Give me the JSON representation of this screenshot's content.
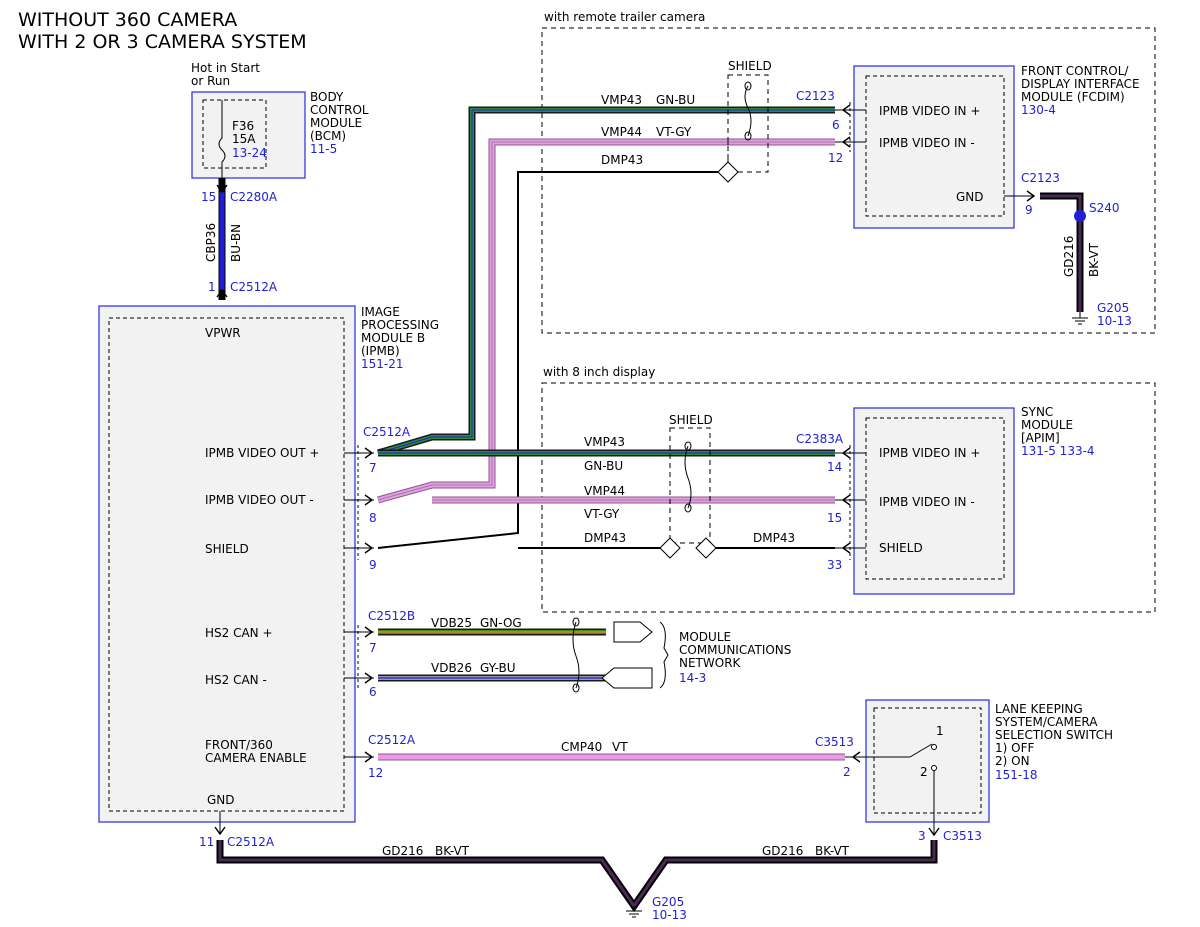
{
  "title": {
    "line1": "WITHOUT 360 CAMERA",
    "line2": "WITH 2 OR 3 CAMERA SYSTEM"
  },
  "fuse": {
    "hot1": "Hot in Start",
    "hot2": "or Run",
    "id": "F36",
    "amps": "15A",
    "ref": "13-24"
  },
  "bcm": {
    "l1": "BODY",
    "l2": "CONTROL",
    "l3": "MODULE",
    "l4": "(BCM)",
    "ref": "11-5",
    "pin": "15",
    "conn": "C2280A"
  },
  "cbp36": {
    "circuit": "CBP36",
    "color": "BU-BN",
    "pin": "1",
    "conn": "C2512A"
  },
  "ipmb": {
    "l1": "IMAGE",
    "l2": "PROCESSING",
    "l3": "MODULE B",
    "l4": "(IPMB)",
    "ref": "151-21",
    "vpwr": "VPWR",
    "vout_p": "IPMB VIDEO OUT +",
    "vout_n": "IPMB VIDEO OUT -",
    "shield": "SHIELD",
    "can_p": "HS2 CAN +",
    "can_n": "HS2 CAN -",
    "enable1": "FRONT/360",
    "enable2": "CAMERA ENABLE",
    "gnd": "GND",
    "conn_video": "C2512A",
    "pin_vp": "7",
    "pin_vn": "8",
    "pin_sh": "9",
    "conn_can": "C2512B",
    "pin_cp": "7",
    "pin_cn": "6",
    "conn_en": "C2512A",
    "pin_en": "12",
    "pin_gnd": "11",
    "conn_gnd": "C2512A"
  },
  "trailer": {
    "label": "with remote trailer camera",
    "shield": "SHIELD",
    "vmp43": "VMP43",
    "gnbu": "GN-BU",
    "vmp44": "VMP44",
    "vtgy": "VT-GY",
    "dmp43": "DMP43"
  },
  "fcdim": {
    "l1": "FRONT CONTROL/",
    "l2": "DISPLAY INTERFACE",
    "l3": "MODULE (FCDIM)",
    "ref": "130-4",
    "vin_p": "IPMB VIDEO IN +",
    "vin_n": "IPMB VIDEO IN -",
    "gnd": "GND",
    "conn": "C2123",
    "pin_p": "6",
    "pin_n": "12",
    "conn_gnd": "C2123",
    "pin_gnd": "9",
    "splice": "S240",
    "gd": "GD216",
    "gdcolor": "BK-VT",
    "ground": "G205",
    "ground_ref": "10-13"
  },
  "display8": {
    "label": "with 8 inch display",
    "shield": "SHIELD",
    "vmp43": "VMP43",
    "gnbu": "GN-BU",
    "vmp44": "VMP44",
    "vtgy": "VT-GY",
    "dmp43a": "DMP43",
    "dmp43b": "DMP43"
  },
  "sync": {
    "l1": "SYNC",
    "l2": "MODULE",
    "l3": "[APIM]",
    "ref": "131-5 133-4",
    "vin_p": "IPMB VIDEO IN +",
    "vin_n": "IPMB VIDEO IN -",
    "shield": "SHIELD",
    "conn": "C2383A",
    "pin_p": "14",
    "pin_n": "15",
    "pin_sh": "33"
  },
  "can": {
    "vdb25": "VDB25",
    "gnog": "GN-OG",
    "vdb26": "VDB26",
    "gybu": "GY-BU",
    "mcn1": "MODULE",
    "mcn2": "COMMUNICATIONS",
    "mcn3": "NETWORK",
    "mcn_ref": "14-3"
  },
  "enable_wire": {
    "circuit": "CMP40",
    "color": "VT"
  },
  "switch": {
    "l1": "LANE KEEPING",
    "l2": "SYSTEM/CAMERA",
    "l3": "SELECTION SWITCH",
    "l4": "1) OFF",
    "l5": "2) ON",
    "ref": "151-18",
    "pos1": "1",
    "pos2": "2",
    "conn": "C3513",
    "pin_in": "2",
    "pin_gnd": "3",
    "conn_gnd": "C3513"
  },
  "ground_bottom": {
    "gd_left": "GD216",
    "color_left": "BK-VT",
    "gd_right": "GD216",
    "color_right": "BK-VT",
    "ground": "G205",
    "ref": "10-13"
  }
}
